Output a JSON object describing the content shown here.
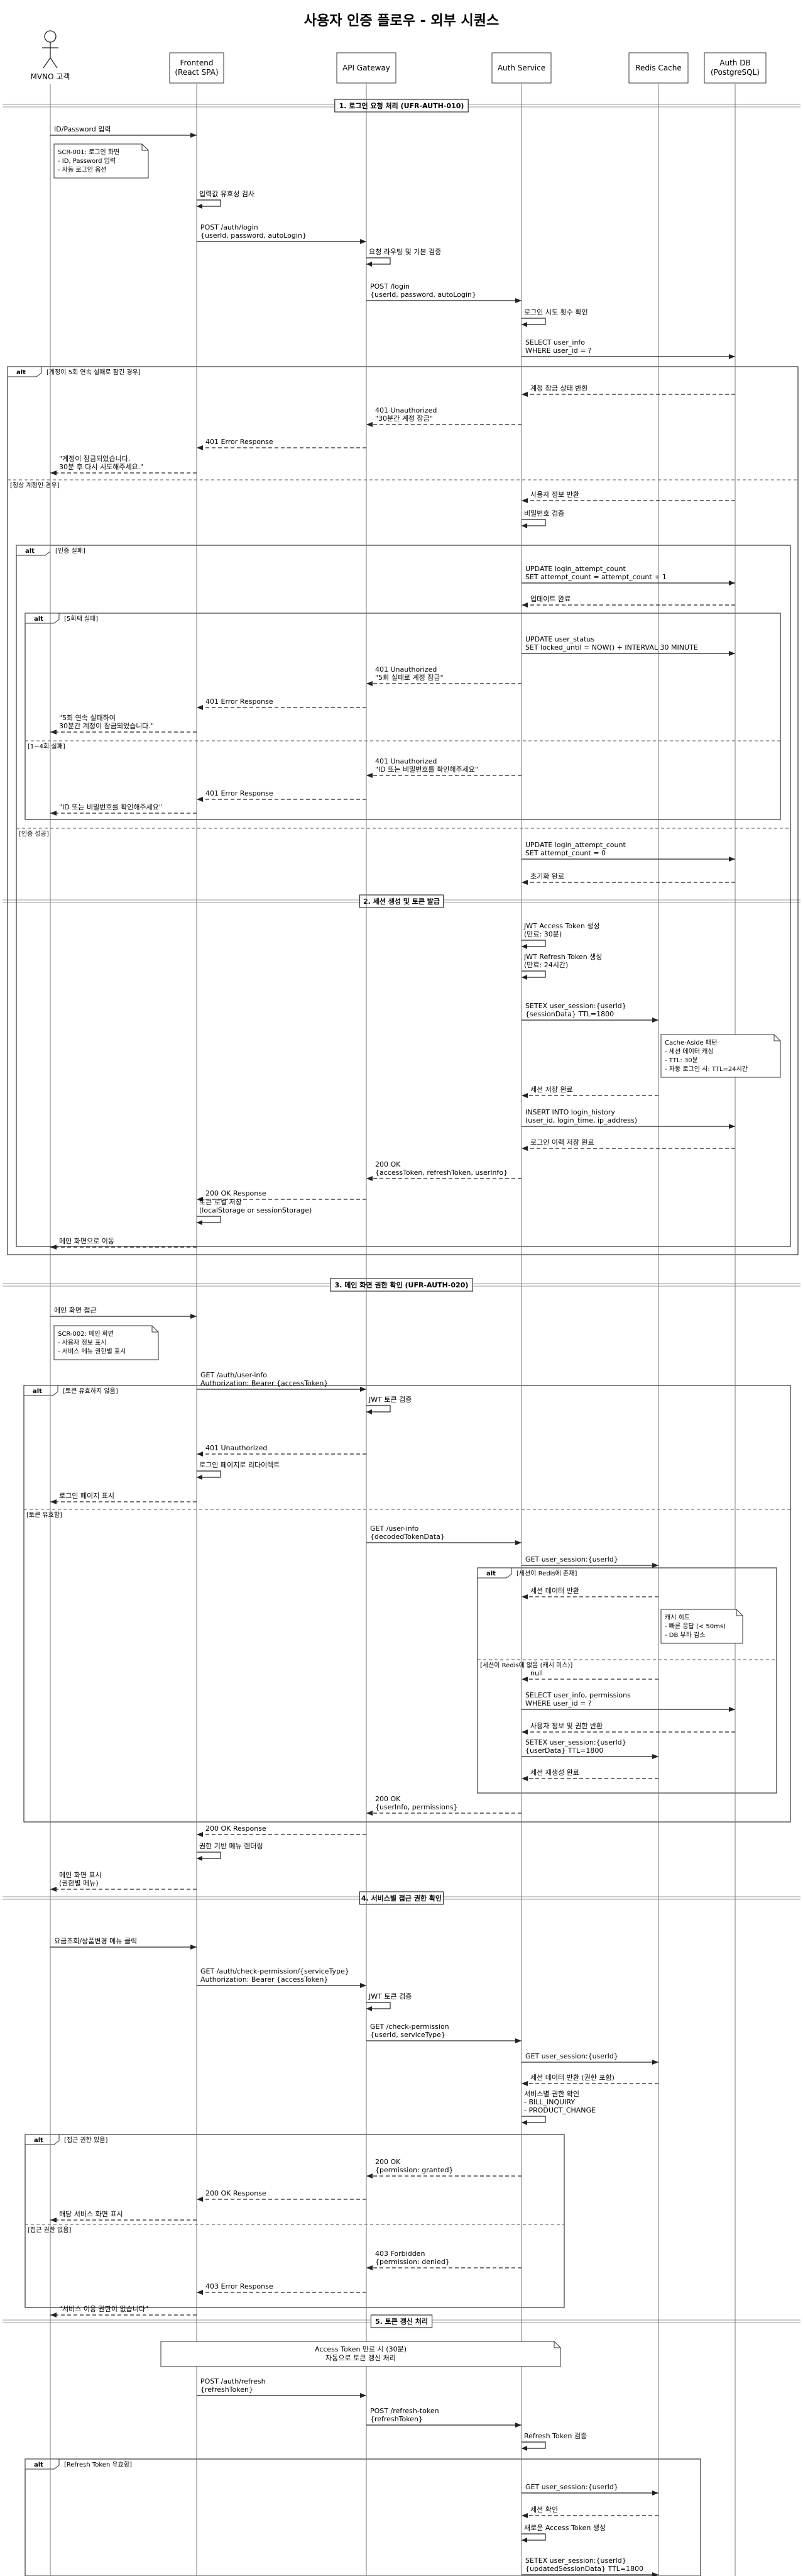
{
  "title": "사용자 인증 플로우 - 외부 시퀀스",
  "participants": [
    {
      "id": "user",
      "name": [
        "MVNO 고객"
      ],
      "actor": true
    },
    {
      "id": "fe",
      "name": [
        "Frontend",
        "(React SPA)"
      ]
    },
    {
      "id": "gw",
      "name": [
        "API Gateway"
      ]
    },
    {
      "id": "auth",
      "name": [
        "Auth Service"
      ]
    },
    {
      "id": "redis",
      "name": [
        "Redis Cache"
      ]
    },
    {
      "id": "db",
      "name": [
        "Auth DB",
        "(PostgreSQL)"
      ]
    }
  ],
  "sections": [
    "1. 로그인 요청 처리 (UFR-AUTH-010)",
    "2. 세션 생성 및 토큰 발급",
    "3. 메인 화면 권한 확인 (UFR-AUTH-020)",
    "4. 서비스별 접근 권한 확인",
    "5. 토큰 갱신 처리"
  ],
  "fragment_labels": {
    "alt": "alt",
    "g1a": "[계정이 5회 연속 실패로 잠긴 경우]",
    "g1b": "[정상 계정인 경우]",
    "g2a": "[인증 실패]",
    "g3a": "[5회째 실패]",
    "g3b": "[1~4회 실패]",
    "g2b": "[인증 성공]",
    "g4a": "[토큰 유효하지 않음]",
    "g4b": "[토큰 유효함]",
    "g5a": "[세션이 Redis에 존재]",
    "g5b": "[세션이 Redis에 없음 (캐시 미스)]",
    "g6a": "[접근 권한 있음]",
    "g6b": "[접근 권한 없음]",
    "g7a": "[Refresh Token 유효함]"
  },
  "messages": [
    [
      "ID/Password 입력"
    ],
    [
      "입력값 유효성 검사"
    ],
    [
      "POST /auth/login",
      "{userId, password, autoLogin}"
    ],
    [
      "요청 라우팅 및 기본 검증"
    ],
    [
      "POST /login",
      "{userId, password, autoLogin}"
    ],
    [
      "로그인 시도 횟수 확인"
    ],
    [
      "SELECT user_info",
      "WHERE user_id = ?"
    ],
    [
      "계정 잠금 상태 반환"
    ],
    [
      "401 Unauthorized",
      "\"30분간 계정 잠금\""
    ],
    [
      "401 Error Response"
    ],
    [
      "\"계정이 잠금되었습니다.",
      "30분 후 다시 시도해주세요.\""
    ],
    [
      "사용자 정보 반환"
    ],
    [
      "비밀번호 검증"
    ],
    [
      "UPDATE login_attempt_count",
      "SET attempt_count = attempt_count + 1"
    ],
    [
      "업데이트 완료"
    ],
    [
      "UPDATE user_status",
      "SET locked_until = NOW() + INTERVAL 30 MINUTE"
    ],
    [
      "401 Unauthorized",
      "\"5회 실패로 계정 잠금\""
    ],
    [
      "401 Error Response"
    ],
    [
      "\"5회 연속 실패하여",
      "30분간 계정이 잠금되었습니다.\""
    ],
    [
      "401 Unauthorized",
      "\"ID 또는 비밀번호를 확인해주세요\""
    ],
    [
      "401 Error Response"
    ],
    [
      "\"ID 또는 비밀번호를 확인해주세요\""
    ],
    [
      "UPDATE login_attempt_count",
      "SET attempt_count = 0"
    ],
    [
      "초기화 완료"
    ],
    [
      "JWT Access Token 생성",
      "(만료: 30분)"
    ],
    [
      "JWT Refresh Token 생성",
      "(만료: 24시간)"
    ],
    [
      "SETEX user_session:{userId}",
      "{sessionData} TTL=1800"
    ],
    [
      "세션 저장 완료"
    ],
    [
      "INSERT INTO login_history",
      "(user_id, login_time, ip_address)"
    ],
    [
      "로그인 이력 저장 완료"
    ],
    [
      "200 OK",
      "{accessToken, refreshToken, userInfo}"
    ],
    [
      "200 OK Response"
    ],
    [
      "토큰 로컬 저장",
      "(localStorage or sessionStorage)"
    ],
    [
      "메인 화면으로 이동"
    ],
    [
      "메인 화면 접근"
    ],
    [
      "GET /auth/user-info",
      "Authorization: Bearer {accessToken}"
    ],
    [
      "JWT 토큰 검증"
    ],
    [
      "401 Unauthorized"
    ],
    [
      "로그인 페이지로 리다이렉트"
    ],
    [
      "로그인 페이지 표시"
    ],
    [
      "GET /user-info",
      "{decodedTokenData}"
    ],
    [
      "GET user_session:{userId}"
    ],
    [
      "세션 데이터 반환"
    ],
    [
      "null"
    ],
    [
      "SELECT user_info, permissions",
      "WHERE user_id = ?"
    ],
    [
      "사용자 정보 및 권한 반환"
    ],
    [
      "SETEX user_session:{userId}",
      "{userData} TTL=1800"
    ],
    [
      "세션 재생성 완료"
    ],
    [
      "200 OK",
      "{userInfo, permissions}"
    ],
    [
      "200 OK Response"
    ],
    [
      "권한 기반 메뉴 렌더링"
    ],
    [
      "메인 화면 표시",
      "(권한별 메뉴)"
    ],
    [
      "요금조회/상품변경 메뉴 클릭"
    ],
    [
      "GET /auth/check-permission/{serviceType}",
      "Authorization: Bearer {accessToken}"
    ],
    [
      "JWT 토큰 검증"
    ],
    [
      "GET /check-permission",
      "{userId, serviceType}"
    ],
    [
      "GET user_session:{userId}"
    ],
    [
      "세션 데이터 반환 (권한 포함)"
    ],
    [
      "서비스별 권한 확인",
      "- BILL_INQUIRY",
      "- PRODUCT_CHANGE"
    ],
    [
      "200 OK",
      "{permission: granted}"
    ],
    [
      "200 OK Response"
    ],
    [
      "해당 서비스 화면 표시"
    ],
    [
      "403 Forbidden",
      "{permission: denied}"
    ],
    [
      "403 Error Response"
    ],
    [
      "\"서비스 이용 권한이 없습니다\""
    ],
    [
      "POST /auth/refresh",
      "{refreshToken}"
    ],
    [
      "POST /refresh-token",
      "{refreshToken}"
    ],
    [
      "Refresh Token 검증"
    ],
    [
      "GET user_session:{userId}"
    ],
    [
      "세션 확인"
    ],
    [
      "새로운 Access Token 생성"
    ],
    [
      "SETEX user_session:{userId}",
      "{updatedSessionData} TTL=1800"
    ]
  ],
  "notes": [
    [
      "SCR-001: 로그인 화면",
      "- ID, Password 입력",
      "- 자동 로그인 옵션"
    ],
    [
      "Cache-Aside 패턴",
      "- 세션 데이터 캐싱",
      "- TTL: 30분",
      "- 자동 로그인 시: TTL=24시간"
    ],
    [
      "SCR-002: 메인 화면",
      "- 사용자 정보 표시",
      "- 서비스 메뉴 권한별 표시"
    ],
    [
      "캐시 히트",
      "- 빠른 응답 (< 50ms)",
      "- DB 부하 감소"
    ],
    [
      "Access Token 만료 시 (30분)",
      "자동으로 토큰 갱신 처리"
    ]
  ]
}
